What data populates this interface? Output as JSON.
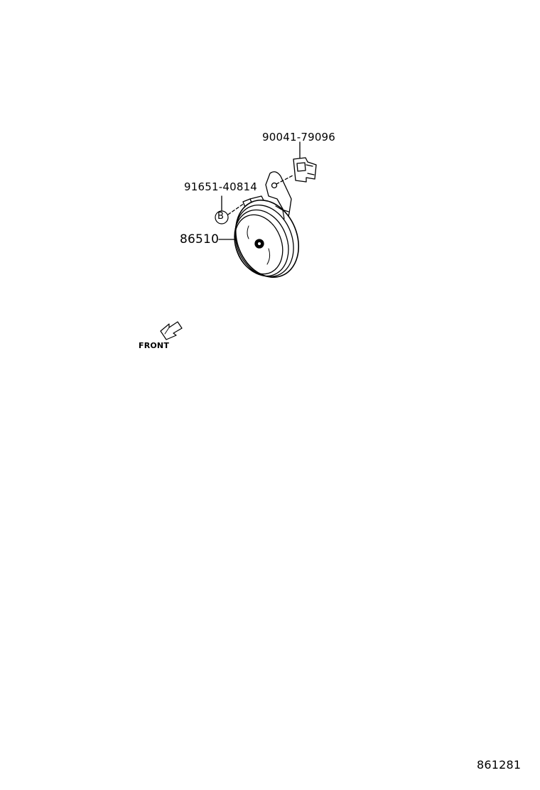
{
  "parts": {
    "clip": "90041-79096",
    "bolt": "91651-40814",
    "horn": "86510"
  },
  "callout_letter": "B",
  "front_label": "FRONT",
  "figure_number": "861281",
  "colors": {
    "ink": "#000000",
    "paper": "#ffffff"
  }
}
